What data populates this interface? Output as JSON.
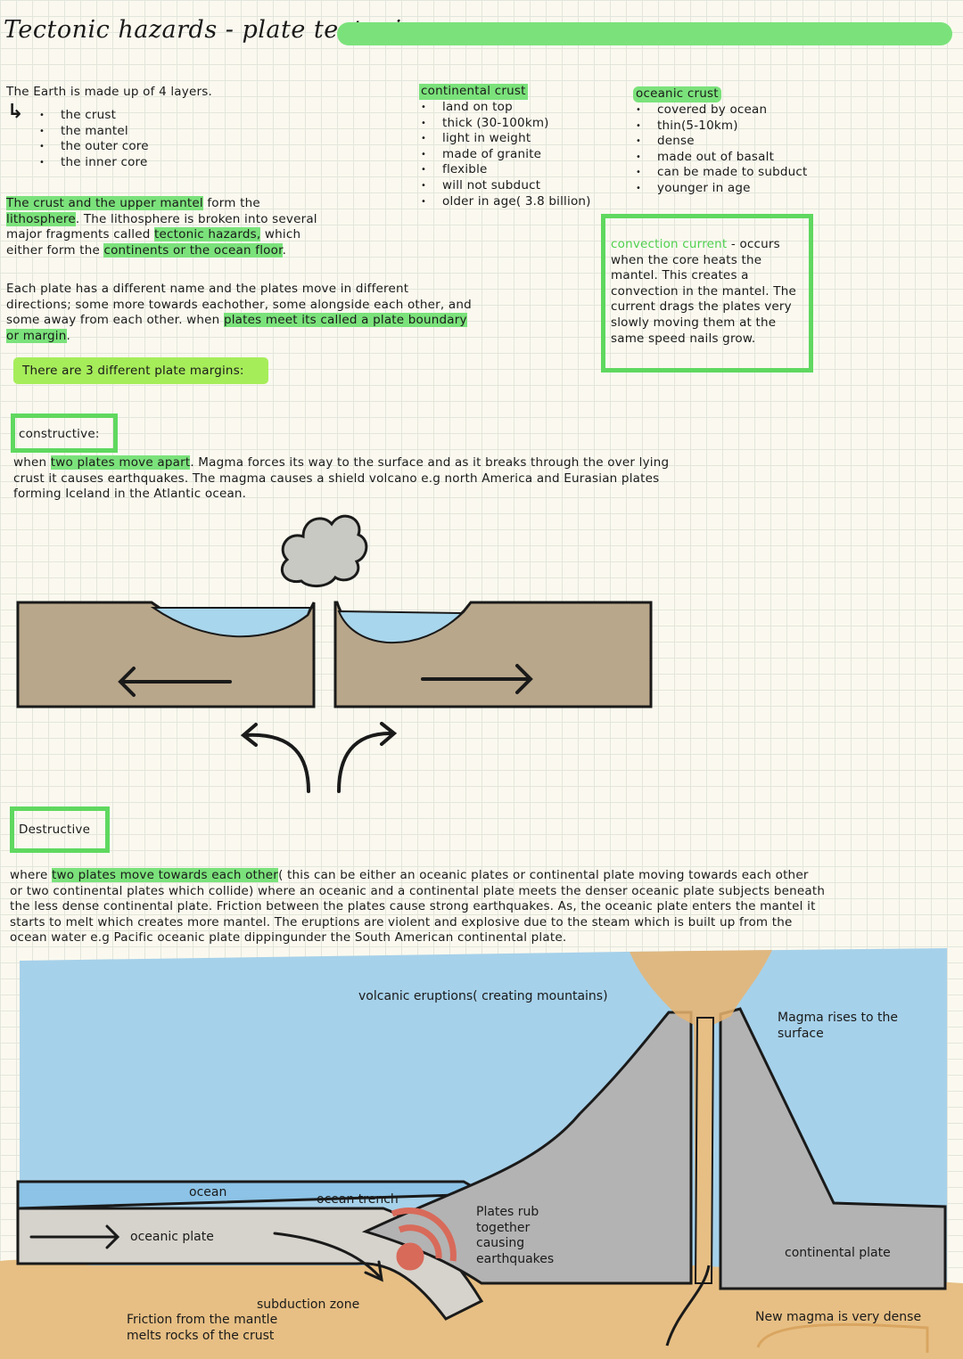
{
  "title": "Tectonic hazards - plate tectonics",
  "layers": {
    "intro": "The Earth is made up of 4 layers.",
    "items": [
      "the crust",
      "the mantel",
      "the outer core",
      "the inner core"
    ]
  },
  "continental": {
    "heading": "continental crust",
    "items": [
      "land on top",
      "thick (30-100km)",
      "light in weight",
      "made of granite",
      "flexible",
      "will not subduct",
      "older in age( 3.8 billion)"
    ]
  },
  "oceanic": {
    "heading": "oceanic crust",
    "items": [
      "covered by ocean",
      "thin(5-10km)",
      "dense",
      "made out of basalt",
      "can be made to subduct",
      "younger in age"
    ]
  },
  "lithosphere": {
    "p1": "The crust and the upper mantel",
    "p2": " form the",
    "p3": "lithosphere",
    "p4": ". The lithosphere is broken into several",
    "p5": "major fragments called ",
    "p6": "tectonic hazards,",
    "p7": " which",
    "p8": "either form the ",
    "p9": "continents or the ocean floor",
    "p10": "."
  },
  "plates": {
    "l1": "Each plate has a different name and the plates move in different",
    "l2": "directions; some more towards eachother, some alongside each other, and",
    "l3a": "some away from each other. when ",
    "l3b": "plates meet its called a plate boundary",
    "l4": "or margin",
    "l4b": "."
  },
  "convection": {
    "term": "convection current",
    "rest": " - occurs when the core heats the mantel. This creates a convection in the mantel. The current drags the plates very slowly moving them at the same speed nails grow."
  },
  "margins_pill": "There are 3 different plate margins:",
  "constructive": {
    "label": "constructive:",
    "l1a": "when ",
    "l1b": "two plates move apart",
    "l1c": ". Magma forces its way to the surface and as it breaks through the over lying",
    "l2": "crust it causes earthquakes. The magma causes a shield volcano e.g north America and Eurasian plates",
    "l3": "forming Iceland in the Atlantic ocean."
  },
  "destructive": {
    "label": "Destructive",
    "l1a": "where ",
    "l1b": "two plates move towards each other",
    "l1c": "( this can be either an oceanic plates or continental plate moving towards each other",
    "l2": "or two continental plates which collide) where an oceanic and a continental plate meets the denser oceanic plate subjects beneath",
    "l3": "the less dense continental plate. Friction between the plates cause strong earthquakes. As, the oceanic plate enters the mantel it",
    "l4": "starts to melt which creates more mantel. The eruptions are violent and explosive due to the steam which is built up from the",
    "l5": "ocean water e.g Pacific oceanic plate dippingunder the South American continental plate."
  },
  "diagram": {
    "volcanic": "volcanic eruptions( creating mountains)",
    "magma_rises": "Magma rises to the surface",
    "ocean": "ocean",
    "trench": "ocean trench",
    "oceanic_plate": "oceanic plate",
    "plates_rub": "Plates rub together causing earthquakes",
    "continental_plate": "continental plate",
    "subduction": "subduction zone",
    "friction": "Friction from the mantle melts rocks of the crust",
    "new_magma": "New magma is very dense"
  },
  "colors": {
    "highlight": "#7be27b",
    "pill": "#a6ed5a",
    "plate_brown": "#b9a78b",
    "water": "#a8d6ec",
    "sea": "#a6d1ea",
    "sand": "#e7bf84",
    "rock_gray": "#b3b3b3"
  }
}
